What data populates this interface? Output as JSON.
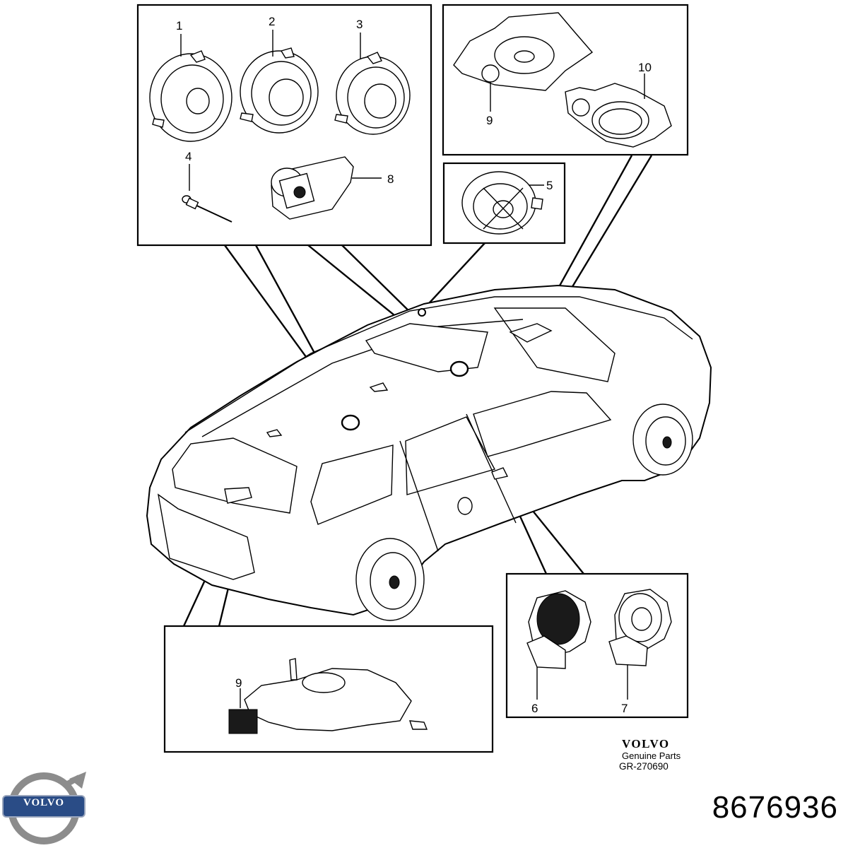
{
  "callouts": [
    "1",
    "2",
    "3",
    "4",
    "8",
    "9",
    "10",
    "5",
    "6",
    "7",
    "9"
  ],
  "footer": {
    "brand": "VOLVO",
    "genuine": "Genuine Parts",
    "code": "GR-270690"
  },
  "part_number": "8676936",
  "logo": {
    "text": "VOLVO",
    "colors": {
      "ring": "#8c8c8c",
      "badge": "#2a4c86"
    }
  }
}
